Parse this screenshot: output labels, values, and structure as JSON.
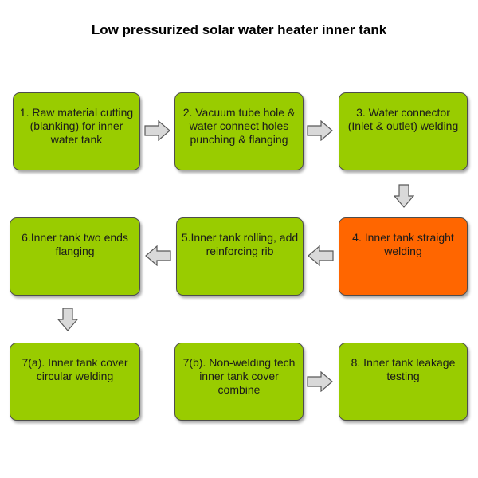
{
  "title": "Low pressurized solar water heater inner tank",
  "colors": {
    "step_fill": "#99cc00",
    "step_highlight_fill": "#ff6600",
    "step_border": "#4d4d4d",
    "arrow_fill": "#d9d9d9",
    "arrow_stroke": "#595959"
  },
  "steps": [
    {
      "id": "step-1",
      "label": "1. Raw material cutting (blanking) for inner water tank"
    },
    {
      "id": "step-2",
      "label": "2. Vacuum tube hole & water connect holes punching & flanging"
    },
    {
      "id": "step-3",
      "label": "3. Water connector (Inlet & outlet) welding"
    },
    {
      "id": "step-4",
      "label": "4. Inner tank straight welding",
      "highlight": true
    },
    {
      "id": "step-5",
      "label": "5.Inner tank rolling, add reinforcing rib"
    },
    {
      "id": "step-6",
      "label": "6.Inner tank two ends flanging"
    },
    {
      "id": "step-7a",
      "label": "7(a). Inner tank cover circular welding"
    },
    {
      "id": "step-7b",
      "label": "7(b). Non-welding tech inner tank cover combine"
    },
    {
      "id": "step-8",
      "label": "8. Inner tank leakage testing"
    }
  ],
  "connections": [
    {
      "from": "step-1",
      "to": "step-2",
      "direction": "right"
    },
    {
      "from": "step-2",
      "to": "step-3",
      "direction": "right"
    },
    {
      "from": "step-3",
      "to": "step-4",
      "direction": "down"
    },
    {
      "from": "step-4",
      "to": "step-5",
      "direction": "left"
    },
    {
      "from": "step-5",
      "to": "step-6",
      "direction": "left"
    },
    {
      "from": "step-6",
      "to": "step-7a",
      "direction": "down"
    },
    {
      "from": "step-7b",
      "to": "step-8",
      "direction": "right"
    }
  ]
}
